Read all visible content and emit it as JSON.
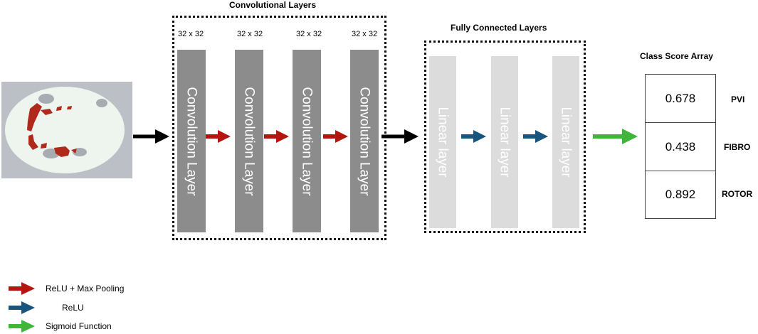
{
  "titles": {
    "conv": "Convolutional Layers",
    "fc": "Fully Connected Layers",
    "score": "Class Score Array"
  },
  "conv_layers": [
    {
      "size": "32 x 32",
      "label": "Convolution Layer"
    },
    {
      "size": "32 x 32",
      "label": "Convolution Layer"
    },
    {
      "size": "32 x 32",
      "label": "Convolution Layer"
    },
    {
      "size": "32 x 32",
      "label": "Convolution Layer"
    }
  ],
  "fc_layers": [
    {
      "label": "Linear layer"
    },
    {
      "label": "Linear layer"
    },
    {
      "label": "Linear layer"
    }
  ],
  "scores": [
    {
      "value": "0.678",
      "class": "PVI"
    },
    {
      "value": "0.438",
      "class": "FIBRO"
    },
    {
      "value": "0.892",
      "class": "ROTOR"
    }
  ],
  "legend": [
    {
      "label": "ReLU + Max Pooling",
      "color": "#b3160f"
    },
    {
      "label": "ReLU",
      "color": "#17557f"
    },
    {
      "label": "Sigmoid Function",
      "color": "#3fb53a"
    }
  ],
  "colors": {
    "black_arrow": "#000000",
    "relu_maxpool": "#b3160f",
    "relu": "#17557f",
    "sigmoid": "#3fb53a",
    "conv_layer": "#8c8c8c",
    "linear_layer": "#dcdcdc",
    "lesion": "#b02a1c"
  }
}
